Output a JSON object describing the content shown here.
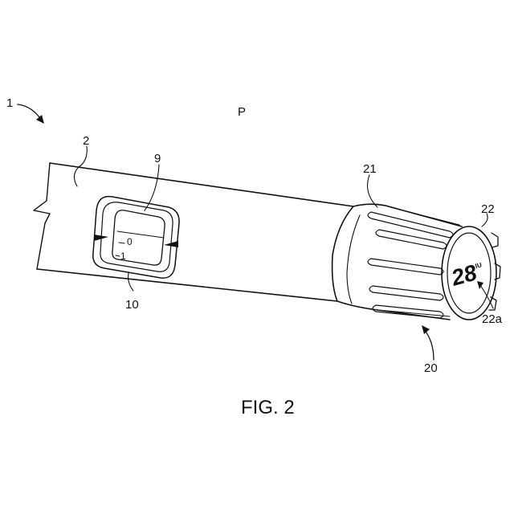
{
  "figure": {
    "caption": "FIG. 2",
    "labels": {
      "device": "1",
      "body": "2",
      "window": "9",
      "scale_plate": "10",
      "dose_button": "20",
      "sleeve": "21",
      "end_cap": "22",
      "dose_display": "22a",
      "marker_p": "P"
    },
    "scale": {
      "zero": "0",
      "one": "1"
    },
    "display_reading": {
      "digits": "28",
      "units": "IU"
    }
  }
}
